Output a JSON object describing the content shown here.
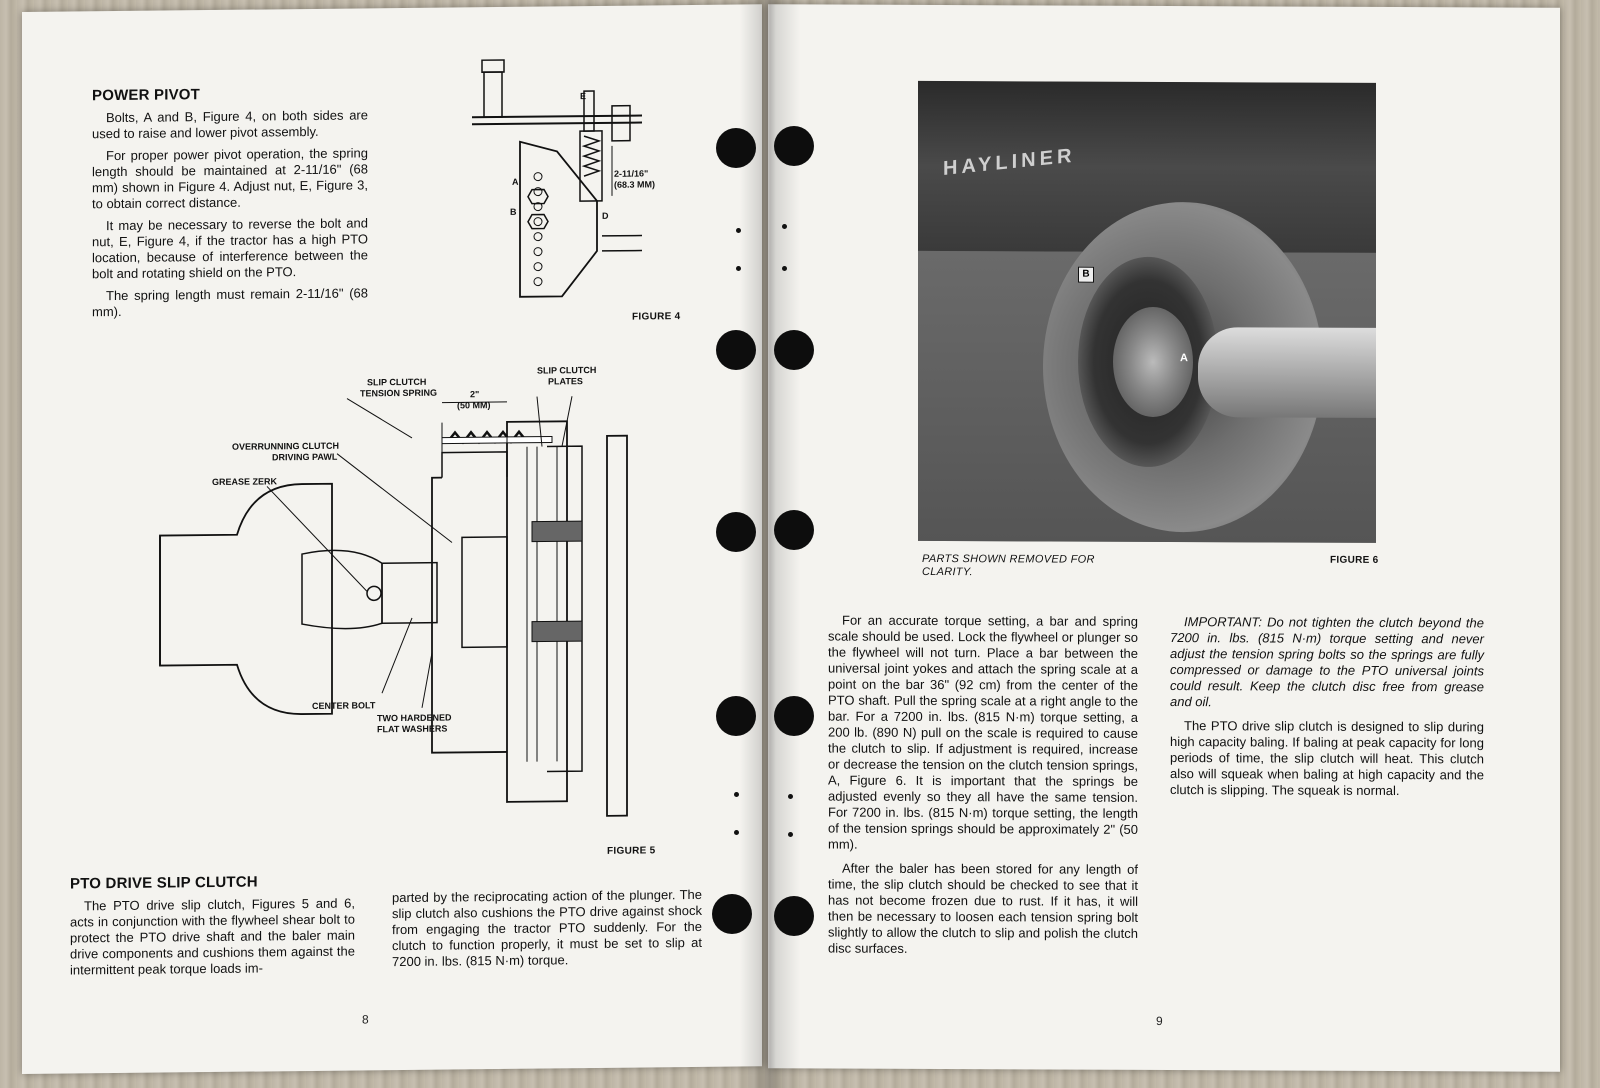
{
  "left_page": {
    "power_pivot": {
      "heading": "POWER PIVOT",
      "paragraphs": [
        "Bolts, A and B, Figure 4, on both sides are used to raise and lower pivot assembly.",
        "For proper power pivot operation, the spring length should be maintained at 2-11/16\" (68 mm) shown in Figure 4. Adjust nut, E, Figure 3, to obtain correct distance.",
        "It may be necessary to reverse the bolt and nut, E, Figure 4, if the tractor has a high PTO location, because of interference between the bolt and rotating shield on the PTO.",
        "The spring length must remain 2-11/16\" (68 mm)."
      ]
    },
    "figure4": {
      "caption": "FIGURE 4",
      "labels": {
        "a": "A",
        "b": "B",
        "d": "D",
        "e": "E",
        "dim_line1": "2-11/16\"",
        "dim_line2": "(68.3 MM)"
      }
    },
    "figure5": {
      "caption": "FIGURE 5",
      "labels": {
        "tension_spring_1": "SLIP CLUTCH",
        "tension_spring_2": "TENSION SPRING",
        "dim_1": "2\"",
        "dim_2": "(50 MM)",
        "plates_1": "SLIP CLUTCH",
        "plates_2": "PLATES",
        "pawl_1": "OVERRUNNING CLUTCH",
        "pawl_2": "DRIVING PAWL",
        "zerk": "GREASE ZERK",
        "center_bolt": "CENTER BOLT",
        "washers_1": "TWO HARDENED",
        "washers_2": "FLAT WASHERS"
      }
    },
    "pto_clutch": {
      "heading": "PTO DRIVE SLIP CLUTCH",
      "col1": "The PTO drive slip clutch, Figures 5 and 6, acts in conjunction with the flywheel shear bolt to protect the PTO drive shaft and the baler main drive components and cushions them against the intermittent peak torque loads im-",
      "col2": "parted by the reciprocating action of the plunger. The slip clutch also cushions the PTO drive against shock from engaging the tractor PTO suddenly. For the clutch to function properly, it must be set to slip at 7200 in. lbs. (815 N·m) torque."
    },
    "page_number": "8"
  },
  "right_page": {
    "figure6": {
      "caption": "FIGURE 6",
      "note": "PARTS SHOWN REMOVED FOR CLARITY.",
      "brand": "HAYLINER",
      "label_a": "A",
      "label_b": "B"
    },
    "col1": [
      "For an accurate torque setting, a bar and spring scale should be used. Lock the flywheel or plunger so the flywheel will not turn. Place a bar between the universal joint yokes and attach the spring scale at a point on the bar 36\" (92 cm) from the center of the PTO shaft. Pull the spring scale at a right angle to the bar. For a 7200 in. lbs. (815 N·m) torque setting, a 200 lb. (890 N) pull on the scale is required to cause the clutch to slip. If adjustment is required, increase or decrease the tension on the clutch tension springs, A, Figure 6. It is important that the springs be adjusted evenly so they all have the same tension. For 7200 in. lbs. (815 N·m) torque setting, the length of the tension springs should be approximately 2\" (50 mm).",
      "After the baler has been stored for any length of time, the slip clutch should be checked to see that it has not become frozen due to rust. If it has, it will then be necessary to loosen each tension spring bolt slightly to allow the clutch to slip and polish the clutch disc surfaces."
    ],
    "col2_important": "IMPORTANT: Do not tighten the clutch beyond the 7200 in. lbs. (815 N·m) torque setting and never adjust the tension spring bolts so the springs are fully compressed or damage to the PTO universal joints could result. Keep the clutch disc free from grease and oil.",
    "col2_para": "The PTO drive slip clutch is designed to slip during high capacity baling. If baling at peak capacity for long periods of time, the slip clutch will heat. This clutch also will squeak when baling at high capacity and the clutch is slipping. The squeak is normal.",
    "page_number": "9"
  }
}
